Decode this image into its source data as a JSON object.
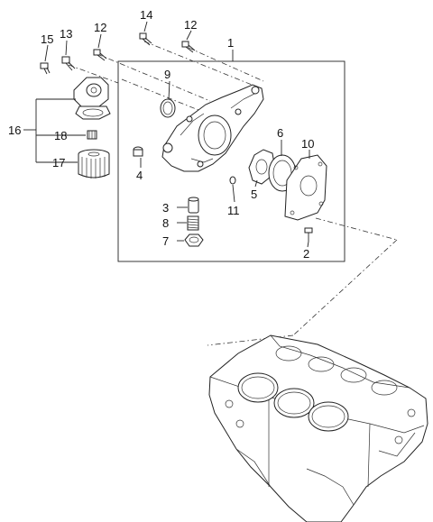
{
  "title": "",
  "callouts": [
    {
      "id": "c1",
      "label": "1"
    },
    {
      "id": "c2",
      "label": "2"
    },
    {
      "id": "c3",
      "label": "3"
    },
    {
      "id": "c4",
      "label": "4"
    },
    {
      "id": "c5",
      "label": "5"
    },
    {
      "id": "c6",
      "label": "6"
    },
    {
      "id": "c7",
      "label": "7"
    },
    {
      "id": "c8",
      "label": "8"
    },
    {
      "id": "c9",
      "label": "9"
    },
    {
      "id": "c10",
      "label": "10"
    },
    {
      "id": "c11",
      "label": "11"
    },
    {
      "id": "c12a",
      "label": "12"
    },
    {
      "id": "c12b",
      "label": "12"
    },
    {
      "id": "c13",
      "label": "13"
    },
    {
      "id": "c14",
      "label": "14"
    },
    {
      "id": "c15",
      "label": "15"
    },
    {
      "id": "c16",
      "label": "16"
    },
    {
      "id": "c17",
      "label": "17"
    },
    {
      "id": "c18",
      "label": "18"
    }
  ]
}
